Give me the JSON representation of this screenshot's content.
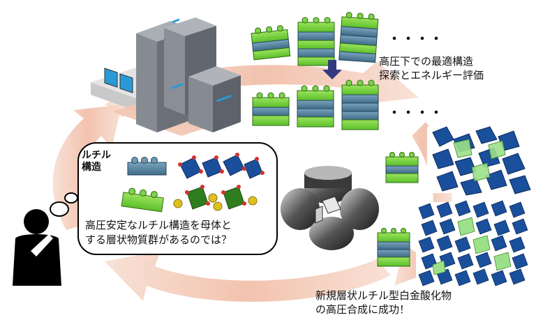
{
  "labels": {
    "top_line1": "高圧下での最適構造",
    "top_line2": "探索とエネルギー評価",
    "bottom_line1": "新規層状ルチル型白金酸化物",
    "bottom_line2": "の高圧合成に成功！",
    "bubble_title_line1": "ルチル",
    "bubble_title_line2": "構造",
    "bubble_line1": "高圧安定なルチル構造を母体と",
    "bubble_line2": "する層状物質群があるのでは？",
    "dots": "・・・・"
  },
  "colors": {
    "cycle_arrow": "#f2c4b0",
    "brick_green": "#66cc33",
    "brick_blue": "#4a7a9a",
    "octahedra_blue": "#1a4f9c",
    "octahedra_green": "#9de08a",
    "server_gray": "#777c84"
  },
  "icons": [
    "server-icon",
    "computer-desk-icon",
    "thinking-person-icon",
    "anvil-press-icon",
    "down-arrow-icon"
  ]
}
